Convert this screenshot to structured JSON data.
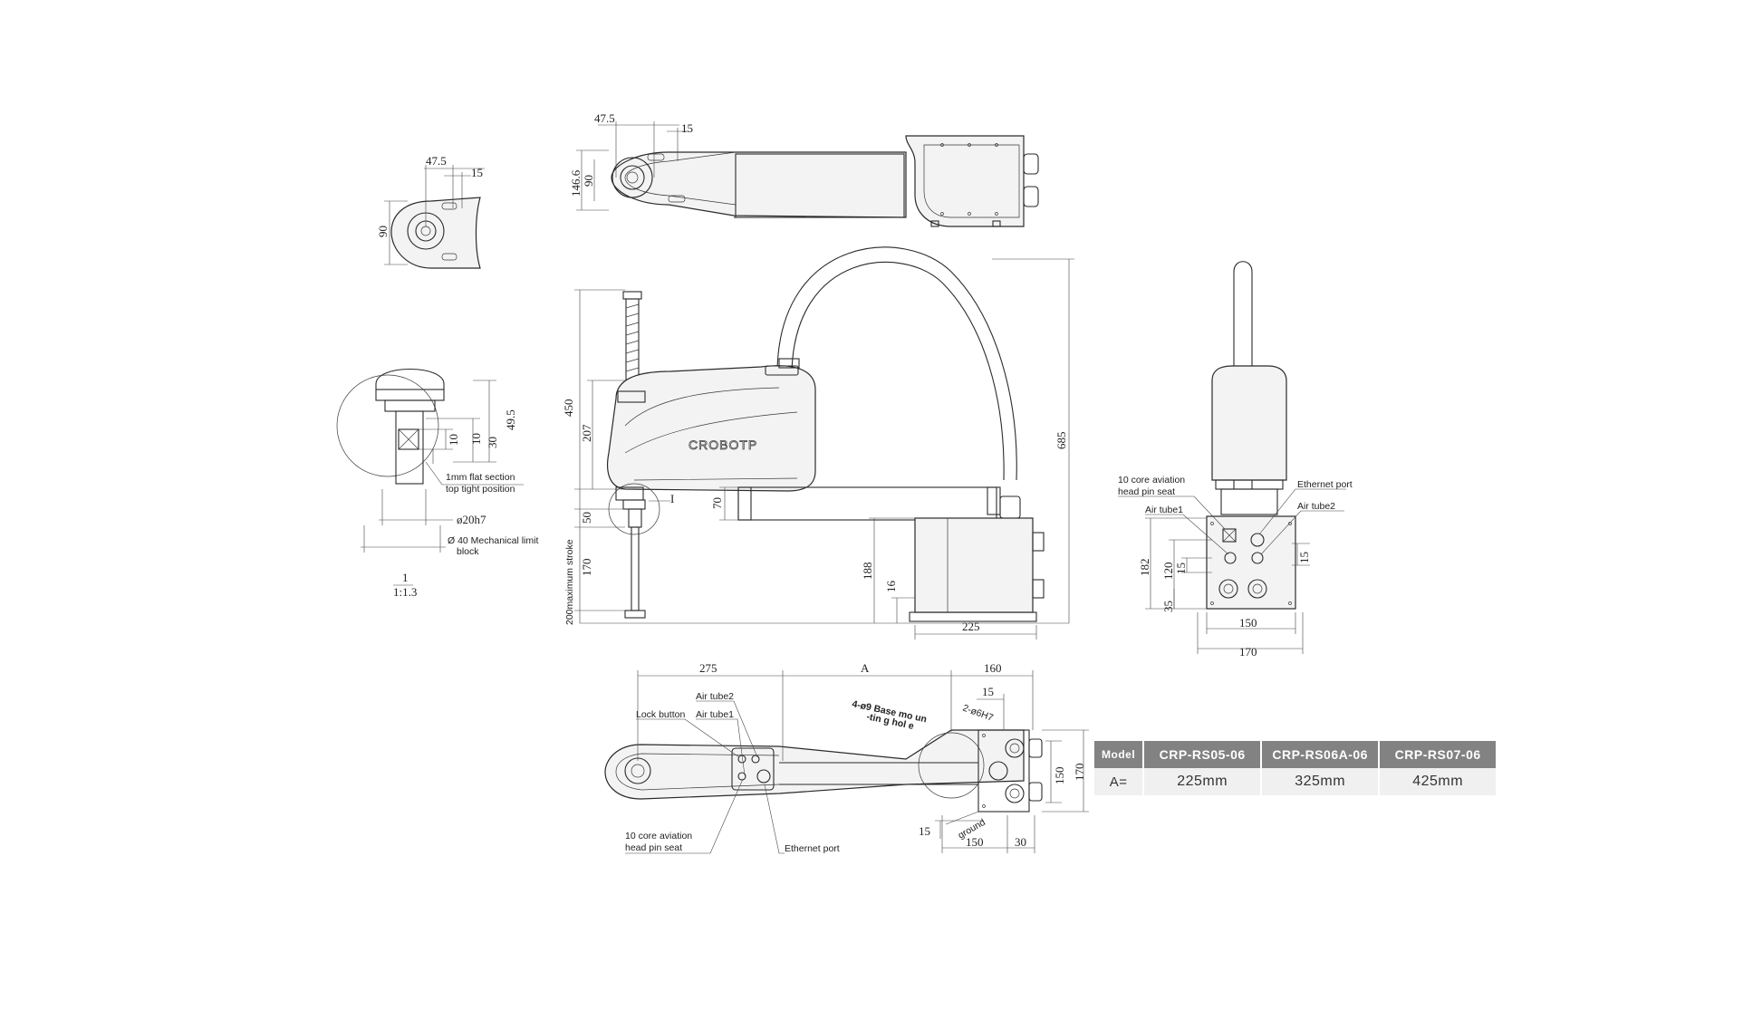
{
  "dims": {
    "top_47_5": "47.5",
    "top_15": "15",
    "top_146_6": "146.6",
    "top_90": "90",
    "small_47_5": "47.5",
    "small_15": "15",
    "small_90": "90",
    "side_450": "450",
    "side_207": "207",
    "side_50": "50",
    "side_170": "170",
    "side_200": "200maximum stroke",
    "side_70": "70",
    "side_188": "188",
    "side_16": "16",
    "side_225": "225",
    "side_685": "685",
    "side_I": "I",
    "detail_49_5": "49.5",
    "detail_30": "30",
    "detail_10a": "10",
    "detail_10b": "10",
    "detail_dia": "ø20h7",
    "scale_top": "1",
    "scale_bottom": "1:1.3",
    "right_182": "182",
    "right_120": "120",
    "right_15a": "15",
    "right_35": "35",
    "right_15b": "15",
    "right_150": "150",
    "right_170": "170",
    "bottom_275": "275",
    "bottom_A": "A",
    "bottom_160": "160",
    "bottom_15a": "15",
    "bottom_150v": "150",
    "bottom_170v": "170",
    "bottom_15b": "15",
    "bottom_150": "150",
    "bottom_30": "30"
  },
  "labels": {
    "flat_section_1": "1mm flat section",
    "flat_section_2": "top tight position",
    "mech_limit_1": "Ø 40 Mechanical limit",
    "mech_limit_2": "block",
    "aviation_1": "10 core aviation",
    "aviation_2": "head pin seat",
    "ethernet": "Ethernet port",
    "air_tube1": "Air tube1",
    "air_tube2": "Air tube2",
    "lock_button": "Lock button",
    "b_air_tube2": "Air tube2",
    "b_air_tube1": "Air tube1",
    "b_aviation_1": "10 core aviation",
    "b_aviation_2": "head pin seat",
    "b_ethernet": "Ethernet port",
    "base_mount_1": "4-ø9 Base mo un",
    "base_mount_2": "-tin g hol e",
    "pin_holes": "2-ø6H7",
    "ground": "ground",
    "logo": "CROBOTP"
  },
  "table": {
    "header_model": "Model",
    "columns": [
      "CRP-RS05-06",
      "CRP-RS06A-06",
      "CRP-RS07-06"
    ],
    "row_label": "A=",
    "values": [
      "225mm",
      "325mm",
      "425mm"
    ]
  },
  "colors": {
    "table_header_bg": "#828282",
    "table_cell_bg": "#f0f0f0",
    "line": "#2a2a2a"
  }
}
